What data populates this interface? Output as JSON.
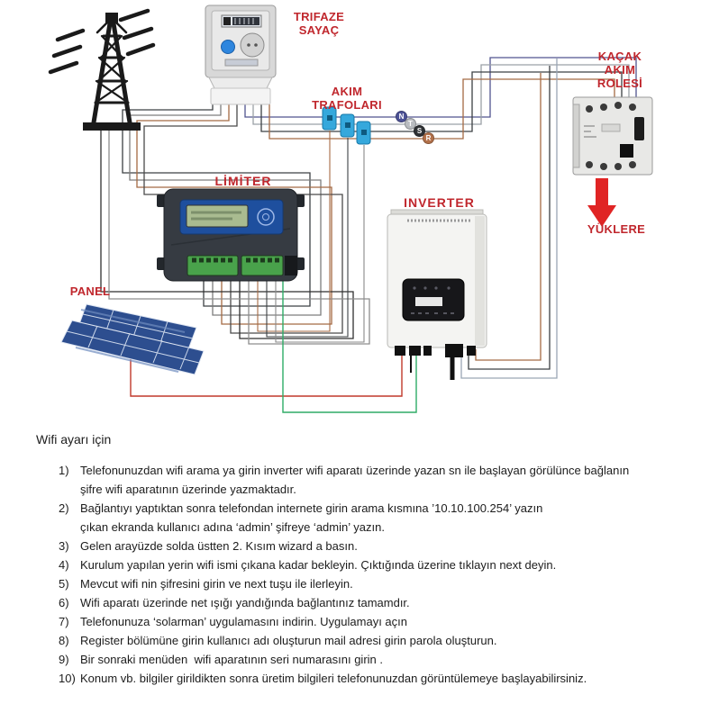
{
  "diagram": {
    "labels": {
      "trifaze_sayac": "TRIFAZE\nSAYAÇ",
      "akim_trafolari": "AKIM\nTRAFOLARI",
      "kacak_akim_rolesi": "KAÇAK\nAKIM\nROLESİ",
      "limiter": "LİMİTER",
      "inverter": "INVERTER",
      "panel": "PANEL",
      "yuklere": "YÜKLERE"
    },
    "label_color": "#c0272d",
    "phase_markers": [
      {
        "label": "N",
        "color": "#4c5296"
      },
      {
        "label": "T",
        "color": "#b9bcc0"
      },
      {
        "label": "S",
        "color": "#2e3134"
      },
      {
        "label": "R",
        "color": "#b3714a"
      }
    ],
    "wire_colors": {
      "phase_n": "#50548f",
      "phase_t": "#9aa0a6",
      "phase_s": "#3c4043",
      "phase_r": "#a56a43",
      "dc_plus": "#c0392b",
      "comm": "#2eac66"
    }
  },
  "instructions": {
    "heading": "Wifi ayarı için",
    "items": [
      {
        "num": "1)",
        "text": "Telefonunuzdan wifi arama ya girin inverter wifi aparatı üzerinde yazan sn ile başlayan görülünce bağlanın\nşifre wifi aparatının üzerinde yazmaktadır."
      },
      {
        "num": "2)",
        "text": "Bağlantıyı yaptıktan sonra telefondan internete girin arama kısmına ’10.10.100.254’ yazın\nçıkan ekranda kullanıcı adına ‘admin’ şifreye ‘admin’ yazın."
      },
      {
        "num": "3)",
        "text": "Gelen arayüzde solda üstten 2. Kısım wizard a basın."
      },
      {
        "num": "4)",
        "text": "Kurulum yapılan yerin wifi ismi çıkana kadar bekleyin. Çıktığında üzerine tıklayın next deyin."
      },
      {
        "num": "5)",
        "text": "Mevcut wifi nin şifresini girin ve next tuşu ile ilerleyin."
      },
      {
        "num": "6)",
        "text": "Wifi aparatı üzerinde net ışığı yandığında bağlantınız tamamdır."
      },
      {
        "num": "7)",
        "text": "Telefonunuza ‘solarman’ uygulamasını indirin. Uygulamayı açın"
      },
      {
        "num": "8)",
        "text": "Register bölümüne girin kullanıcı adı oluşturun mail adresi girin parola oluşturun."
      },
      {
        "num": "9)",
        "text": "Bir sonraki menüden  wifi aparatının seri numarasını girin ."
      },
      {
        "num": "10)",
        "text": "Konum vb. bilgiler girildikten sonra üretim bilgileri telefonunuzdan görüntülemeye başlayabilirsiniz."
      }
    ]
  }
}
